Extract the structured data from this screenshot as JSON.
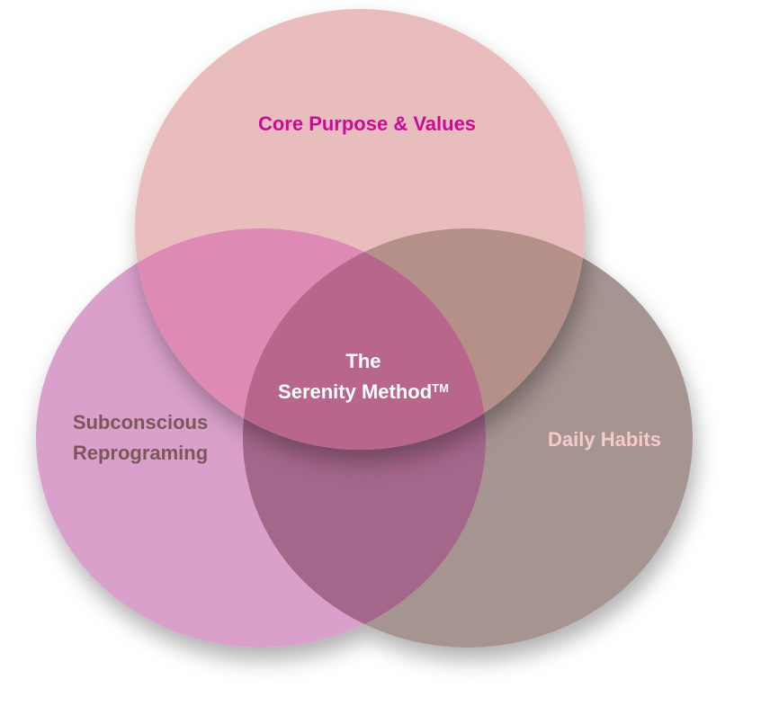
{
  "diagram": {
    "type": "venn",
    "circles": [
      {
        "id": "top",
        "label": "Core Purpose & Values",
        "color": "#e9bcbe",
        "text_color": "#cc0a99"
      },
      {
        "id": "left",
        "label_line1": "Subconscious",
        "label_line2": "Reprograming",
        "color": "#d9a0cc",
        "text_color": "#7a5858"
      },
      {
        "id": "right",
        "label": "Daily Habits",
        "color": "#a59490",
        "text_color": "#f5caca"
      }
    ],
    "center": {
      "line1": "The",
      "line2": "Serenity Method",
      "superscript": "TM",
      "text_color": "#ffffff"
    },
    "overlap_colors": {
      "left_right": "#a4668a",
      "top_left": "#df8ab4",
      "top_right": "#b59088",
      "all": "#b8668c"
    }
  }
}
